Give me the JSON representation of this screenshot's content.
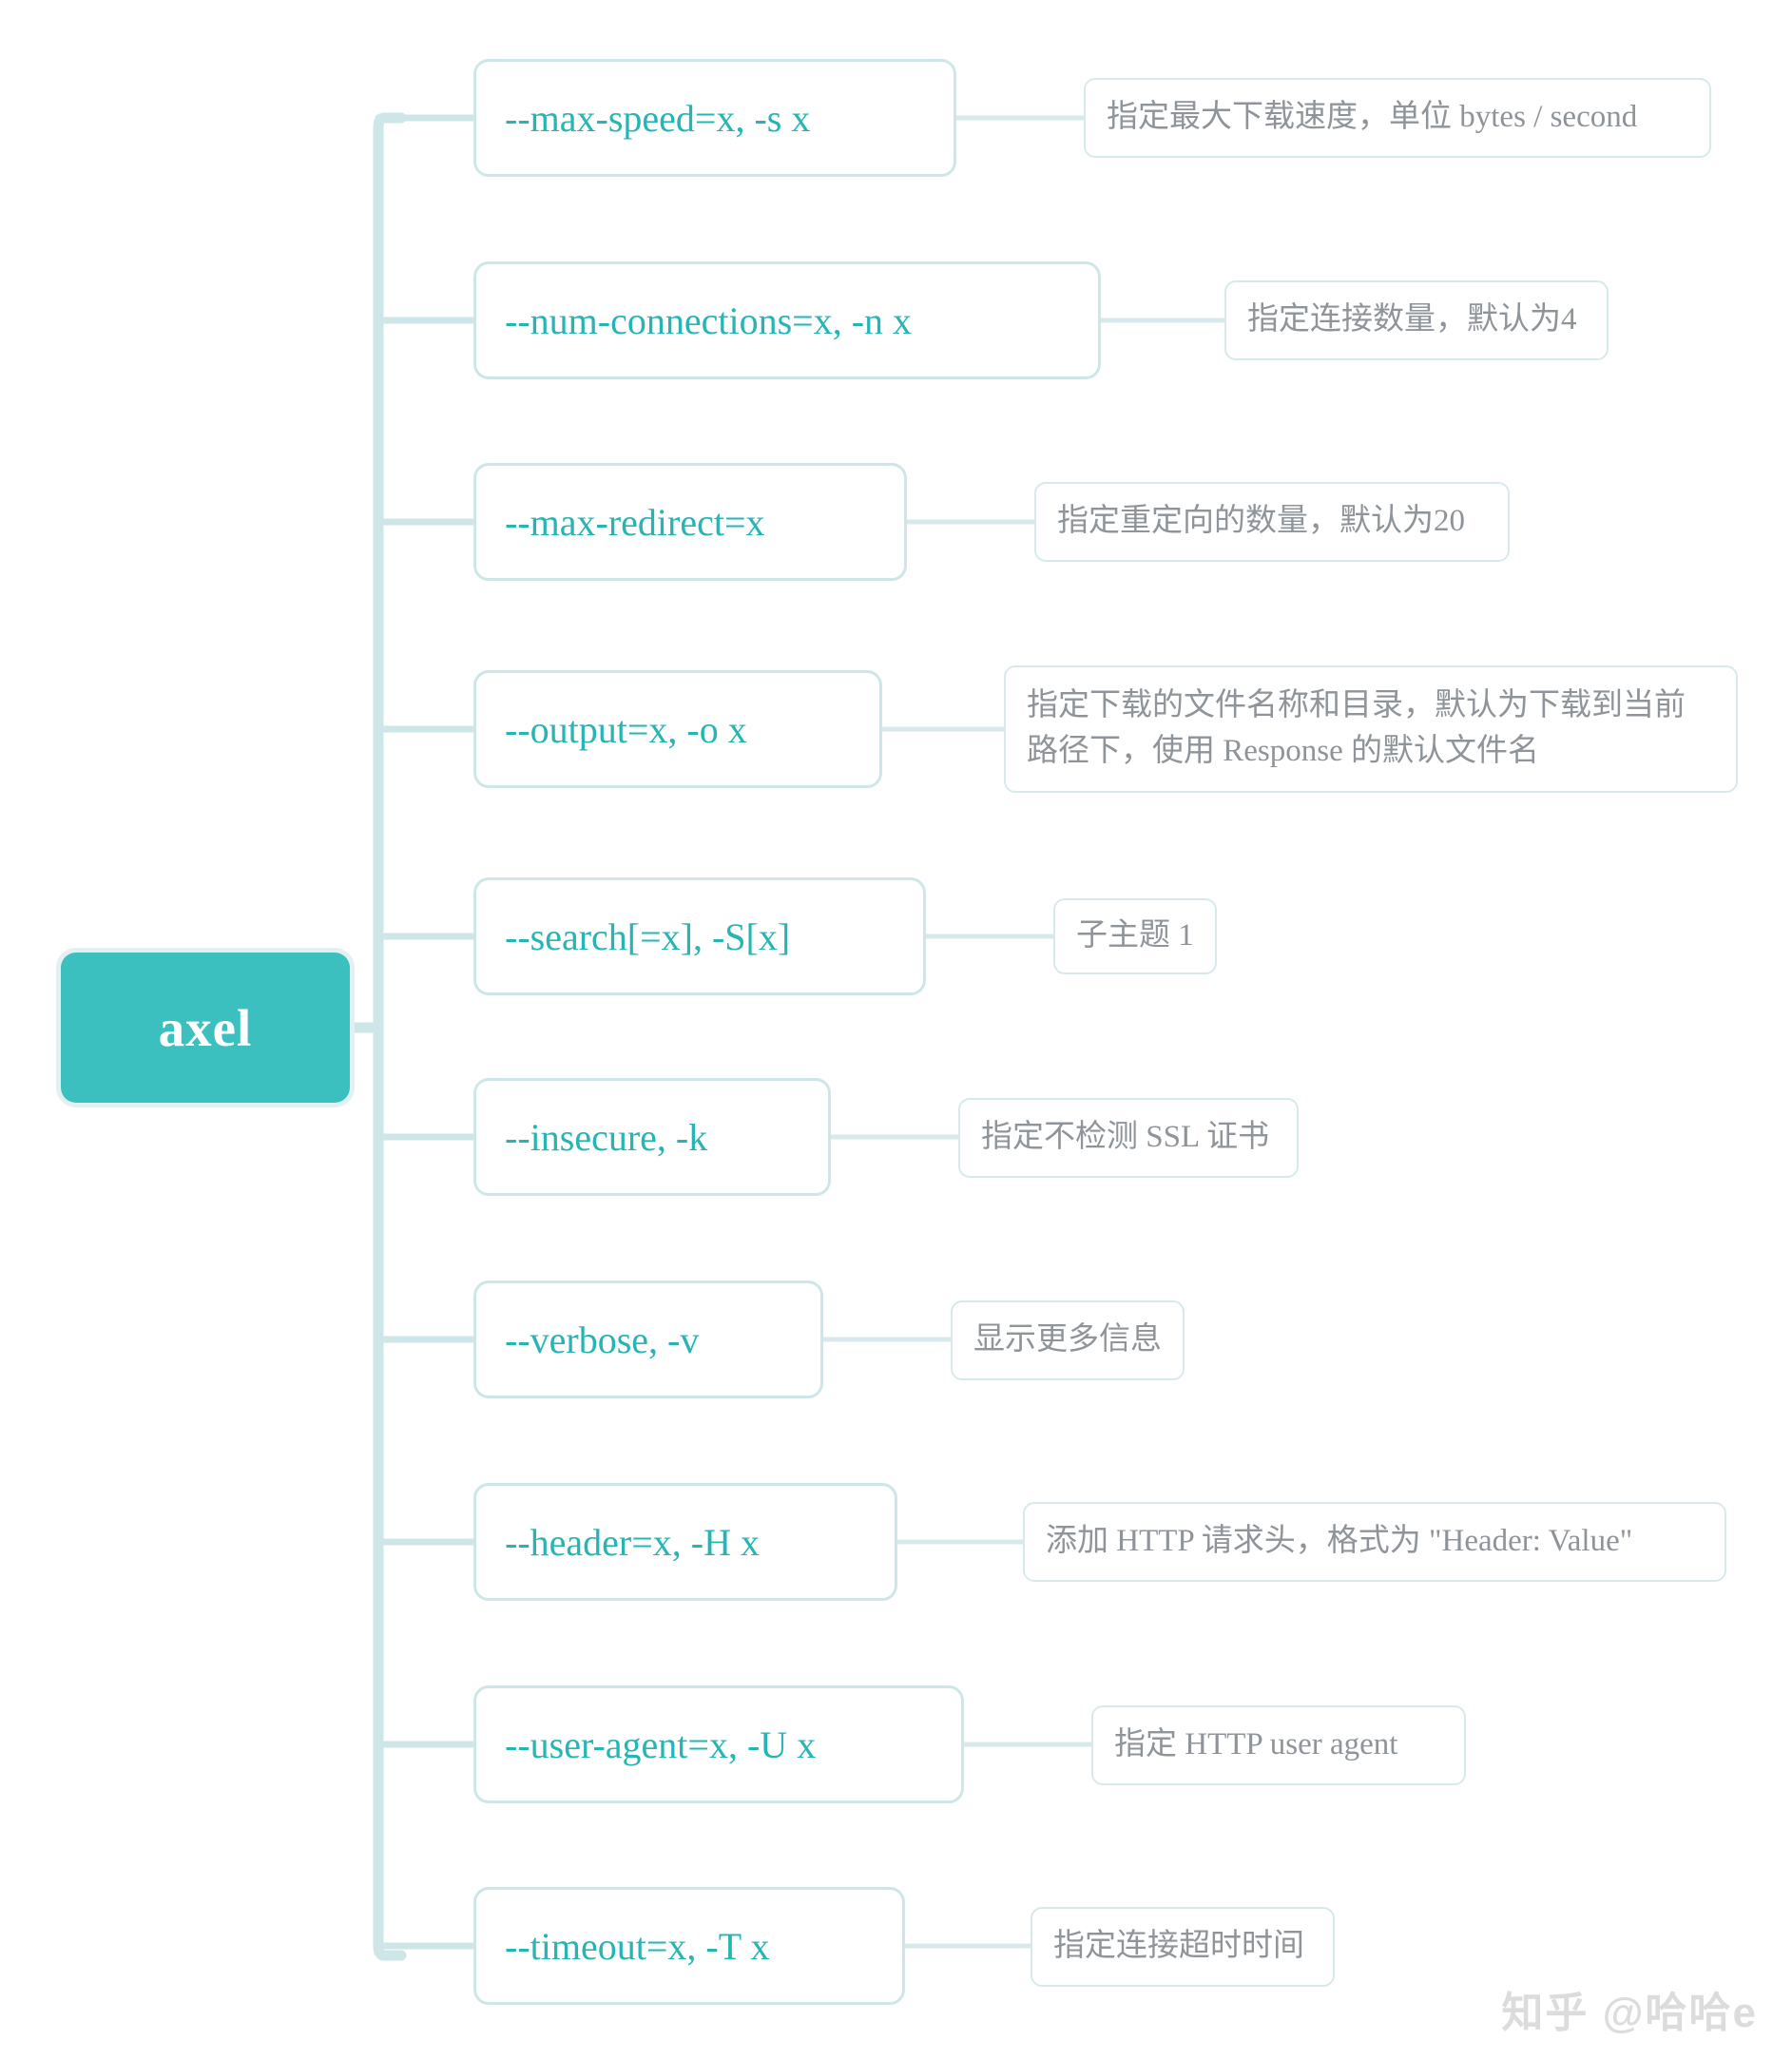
{
  "diagram": {
    "type": "mindmap",
    "root": {
      "label": "axel",
      "fill_color": "#3cc0bf",
      "text_color": "#ffffff"
    },
    "node_text_color": "#27b5b4",
    "node_border_color": "#cfe6e8",
    "desc_text_color": "#8e9499",
    "desc_border_color": "#d8e9ec",
    "connector_color": "#cfe6e8",
    "background_color": "#ffffff",
    "branches": [
      {
        "option": "--max-speed=x, -s x",
        "description": "指定最大下载速度，单位 bytes / second"
      },
      {
        "option": "--num-connections=x, -n x",
        "description": "指定连接数量，默认为4"
      },
      {
        "option": "--max-redirect=x",
        "description": "指定重定向的数量，默认为20"
      },
      {
        "option": "--output=x, -o x",
        "description": "指定下载的文件名称和目录，默认为下载到当前\n路径下，使用 Response 的默认文件名"
      },
      {
        "option": "--search[=x], -S[x]",
        "description": "子主题 1"
      },
      {
        "option": "--insecure, -k",
        "description": "指定不检测 SSL 证书"
      },
      {
        "option": "--verbose, -v",
        "description": "显示更多信息"
      },
      {
        "option": "--header=x, -H x",
        "description": "添加 HTTP 请求头，格式为 \"Header: Value\""
      },
      {
        "option": "--user-agent=x, -U x",
        "description": "指定 HTTP user agent"
      },
      {
        "option": "--timeout=x, -T x",
        "description": "指定连接超时时间"
      }
    ]
  },
  "watermark": {
    "text": "知乎 @哈哈e"
  }
}
